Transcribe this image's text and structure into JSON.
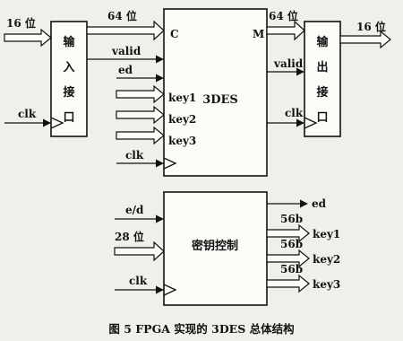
{
  "caption": "图 5 FPGA 实现的 3DES 总体结构",
  "blocks": {
    "input_interface": [
      "输",
      "入",
      "接",
      "口"
    ],
    "des3": "3DES",
    "output_interface": [
      "输",
      "出",
      "接",
      "口"
    ],
    "key_control": "密钥控制"
  },
  "labels": {
    "in16": "16 位",
    "bus64_in": "64 位",
    "c_port": "C",
    "m_port": "M",
    "bus64_out": "64 位",
    "out16": "16 位",
    "valid_in": "valid",
    "valid_out": "valid",
    "clk_in": "clk",
    "clk_des": "clk",
    "clk_out": "clk",
    "ed_in": "ed",
    "key1": "key1",
    "key2": "key2",
    "key3": "key3",
    "ed_mode": "e/d",
    "key28": "28 位",
    "clk_key": "clk",
    "ed_out": "ed",
    "kw1": "56b",
    "kw2": "56b",
    "kw3": "56b",
    "key1_out": "key1",
    "key2_out": "key2",
    "key3_out": "key3"
  }
}
